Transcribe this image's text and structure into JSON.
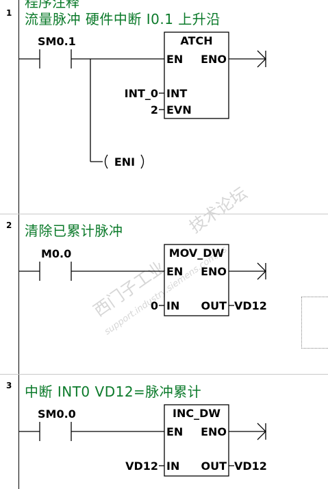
{
  "header_fragment": "程序注释",
  "watermark": {
    "line1": "西门子工业",
    "line2": "技术论坛",
    "url": "support.industry.siemens.com/cs"
  },
  "networks": [
    {
      "number": "1",
      "title": "流量脉冲   硬件中断   I0.1  上升沿",
      "contact": "SM0.1",
      "box": {
        "name": "ATCH",
        "en": "EN",
        "eno": "ENO",
        "param1_pin": "INT",
        "param1_value": "INT_0",
        "param2_pin": "EVN",
        "param2_value": "2"
      },
      "coil": "ENI"
    },
    {
      "number": "2",
      "title": "清除已累计脉冲",
      "contact": "M0.0",
      "box": {
        "name": "MOV_DW",
        "en": "EN",
        "eno": "ENO",
        "in_pin": "IN",
        "in_value": "0",
        "out_pin": "OUT",
        "out_value": "VD12"
      }
    },
    {
      "number": "3",
      "title": "中断 INT0  VD12=脉冲累计",
      "contact": "SM0.0",
      "box": {
        "name": "INC_DW",
        "en": "EN",
        "eno": "ENO",
        "in_pin": "IN",
        "in_value": "VD12",
        "out_pin": "OUT",
        "out_value": "VD12"
      }
    }
  ]
}
